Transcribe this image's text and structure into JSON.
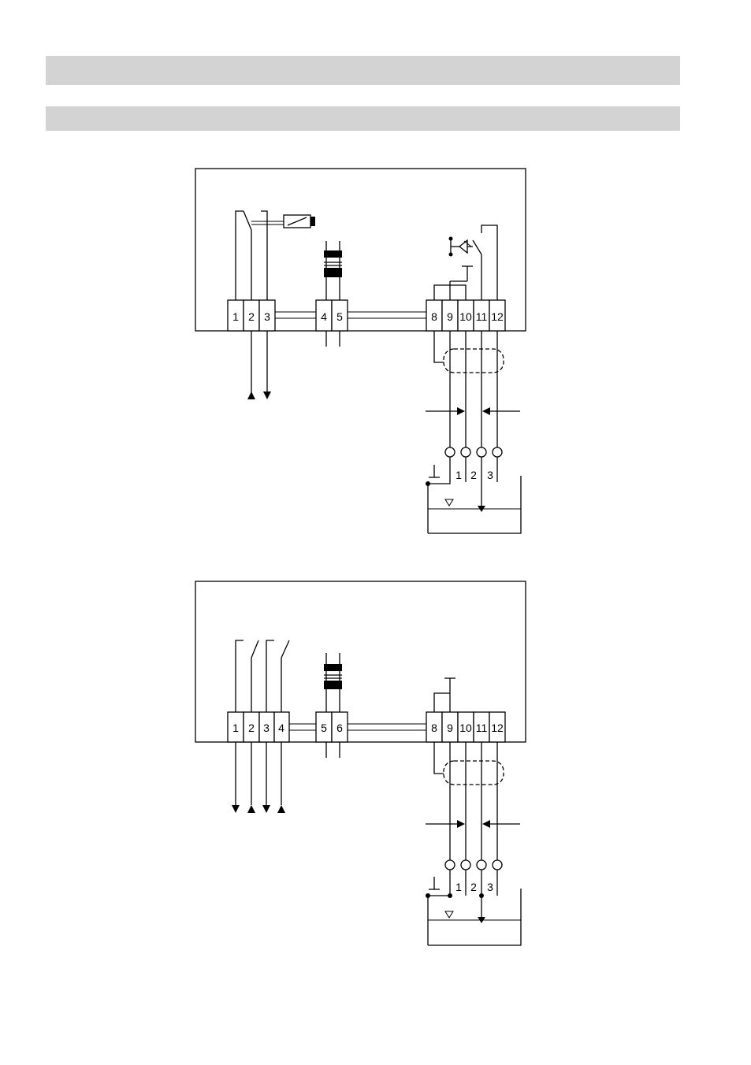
{
  "header": {
    "title_bar": "",
    "subtitle_bar": ""
  },
  "diagram1": {
    "left_terminals": [
      "1",
      "2",
      "3"
    ],
    "mid_terminals": [
      "4",
      "5"
    ],
    "right_terminals": [
      "8",
      "9",
      "10",
      "11",
      "12"
    ],
    "electrode_labels": [
      "1",
      "2",
      "3"
    ]
  },
  "diagram2": {
    "left_terminals": [
      "1",
      "2",
      "3",
      "4"
    ],
    "mid_terminals": [
      "5",
      "6"
    ],
    "right_terminals": [
      "8",
      "9",
      "10",
      "11",
      "12"
    ],
    "electrode_labels": [
      "1",
      "2",
      "3"
    ]
  }
}
